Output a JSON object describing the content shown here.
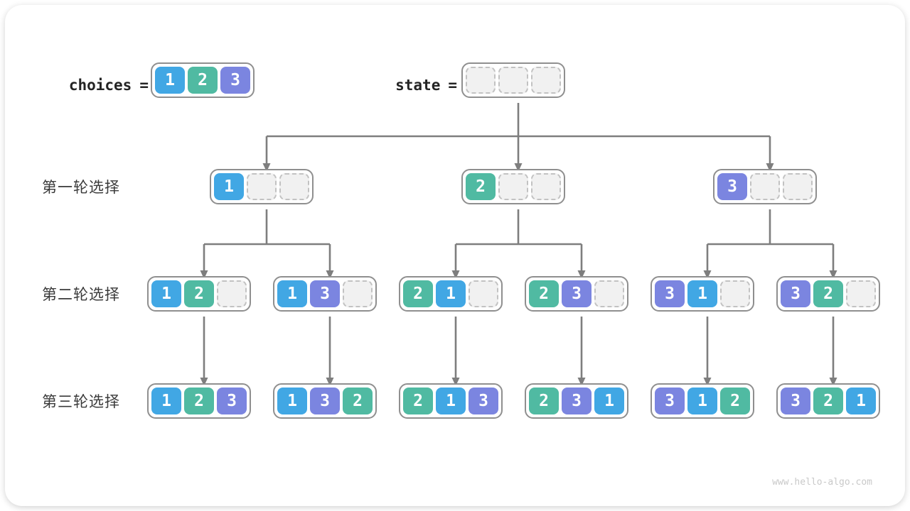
{
  "page": {
    "watermark": "www.hello-algo.com"
  },
  "colors": {
    "c1": "#41A7E4",
    "c2": "#50BAA2",
    "c3": "#7B85E0",
    "arrow": "#7E7E7E",
    "node_border": "#8F8F8F",
    "empty_fill": "#F1F1F1",
    "empty_border": "#C2C2C2",
    "label_text": "#3A3A3A",
    "code_text": "#242424",
    "watermark_text": "#C9C9C9"
  },
  "legend": {
    "choices_label": "choices",
    "equals": "=",
    "choices_values": [
      1,
      2,
      3
    ],
    "state_label": "state",
    "state_values": [
      null,
      null,
      null
    ]
  },
  "tree": {
    "rows": [
      {
        "label": "第一轮选择",
        "nodes": [
          [
            1,
            null,
            null
          ],
          [
            2,
            null,
            null
          ],
          [
            3,
            null,
            null
          ]
        ]
      },
      {
        "label": "第二轮选择",
        "nodes": [
          [
            1,
            2,
            null
          ],
          [
            1,
            3,
            null
          ],
          [
            2,
            1,
            null
          ],
          [
            2,
            3,
            null
          ],
          [
            3,
            1,
            null
          ],
          [
            3,
            2,
            null
          ]
        ]
      },
      {
        "label": "第三轮选择",
        "nodes": [
          [
            1,
            2,
            3
          ],
          [
            1,
            3,
            2
          ],
          [
            2,
            1,
            3
          ],
          [
            2,
            3,
            1
          ],
          [
            3,
            1,
            2
          ],
          [
            3,
            2,
            1
          ]
        ]
      }
    ]
  }
}
